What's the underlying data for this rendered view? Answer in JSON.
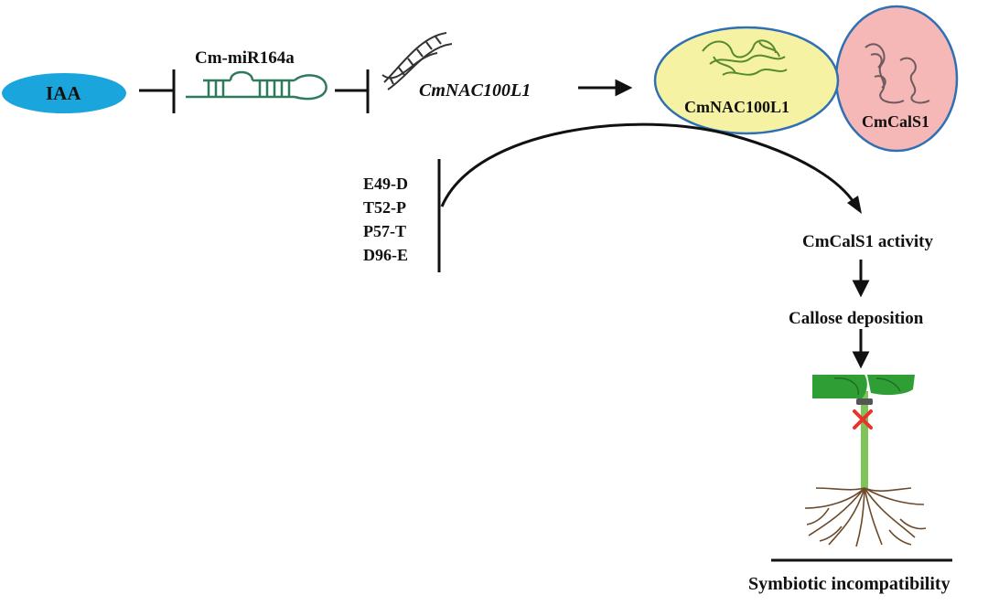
{
  "nodes": {
    "iaa": "IAA",
    "mirna": "Cm-miR164a",
    "gene": "CmNAC100L1",
    "protein_nac": "CmNAC100L1",
    "protein_cals": "CmCalS1",
    "cals_activity": "CmCalS1 activity",
    "callose": "Callose deposition",
    "outcome": "Symbiotic incompatibility"
  },
  "mutations": [
    "E49-D",
    "T52-P",
    "P57-T",
    "D96-E"
  ],
  "colors": {
    "iaa_fill": "#1aa6dd",
    "nac_fill": "#f5f2a4",
    "cals_fill": "#f6b7b7",
    "ellipse_stroke": "#2f6fb3",
    "mirna_green": "#2f7a5c",
    "leaf_green": "#2f9e35",
    "stem_green": "#7ec45a",
    "root_brown": "#6b4a2b",
    "x_red": "#e8332a"
  }
}
